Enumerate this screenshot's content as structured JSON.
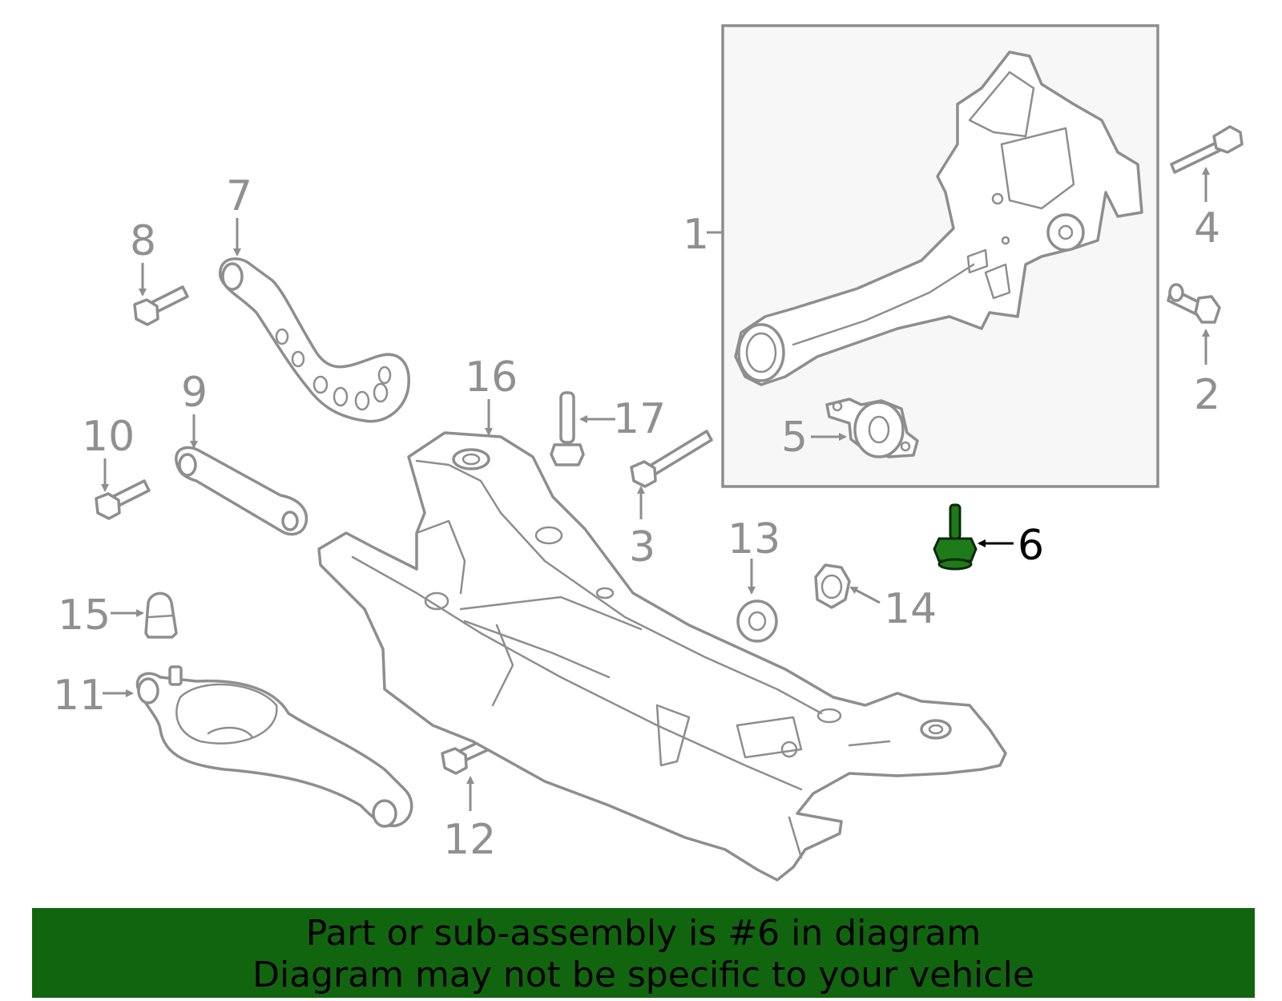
{
  "diagram": {
    "callouts": [
      {
        "id": "1",
        "label": "1"
      },
      {
        "id": "2",
        "label": "2"
      },
      {
        "id": "3",
        "label": "3"
      },
      {
        "id": "4",
        "label": "4"
      },
      {
        "id": "5",
        "label": "5"
      },
      {
        "id": "6",
        "label": "6"
      },
      {
        "id": "7",
        "label": "7"
      },
      {
        "id": "8",
        "label": "8"
      },
      {
        "id": "9",
        "label": "9"
      },
      {
        "id": "10",
        "label": "10"
      },
      {
        "id": "11",
        "label": "11"
      },
      {
        "id": "12",
        "label": "12"
      },
      {
        "id": "13",
        "label": "13"
      },
      {
        "id": "14",
        "label": "14"
      },
      {
        "id": "15",
        "label": "15"
      },
      {
        "id": "16",
        "label": "16"
      },
      {
        "id": "17",
        "label": "17"
      }
    ],
    "highlighted_part": "6",
    "colors": {
      "line": "#8e8e8e",
      "highlight_part": "#1f7a1a",
      "highlight_label": "#000000",
      "inset_bg": "#f7f7f7",
      "banner_bg": "#12650f"
    }
  },
  "banner": {
    "line1": "Part or sub-assembly is #6 in diagram",
    "line2": "Diagram may not be specific to your vehicle"
  }
}
